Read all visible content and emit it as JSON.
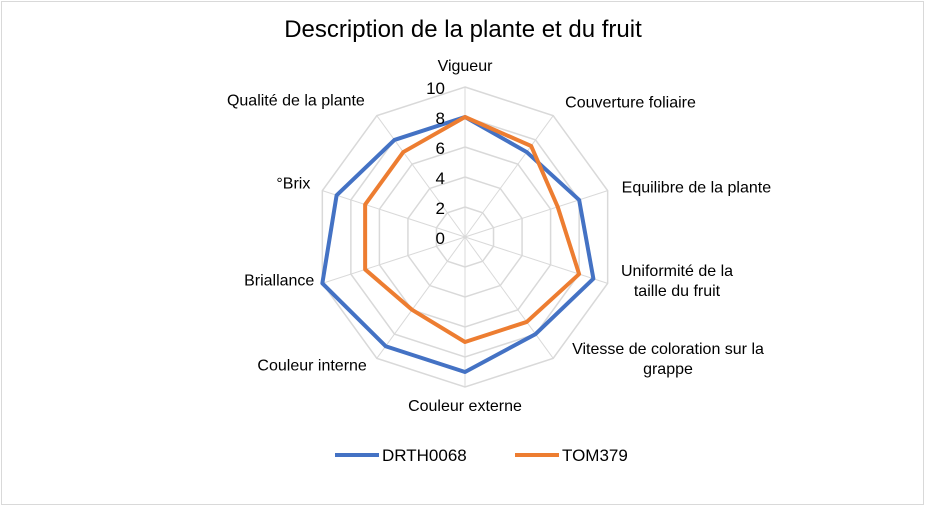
{
  "chart_data": {
    "type": "radar",
    "title": "Description de la plante et du fruit",
    "categories": [
      [
        "Vigueur"
      ],
      [
        "Couverture foliaire"
      ],
      [
        "Equilibre de la plante"
      ],
      [
        "Uniformité de la",
        "taille du fruit"
      ],
      [
        "Vitesse de coloration sur la",
        "grappe"
      ],
      [
        "Couleur externe"
      ],
      [
        "Couleur interne"
      ],
      [
        "Briallance"
      ],
      [
        "°Brix"
      ],
      [
        "Qualité de la plante"
      ]
    ],
    "rlim": [
      0,
      10
    ],
    "ticks": [
      "0",
      "2",
      "4",
      "6",
      "8",
      "10"
    ],
    "grid": true,
    "legend_position": "bottom",
    "series": [
      {
        "name": "DRTH0068",
        "color": "#4472C4",
        "values": [
          8,
          7,
          8,
          9,
          8,
          9,
          9,
          10,
          9,
          8
        ]
      },
      {
        "name": "TOM379",
        "color": "#ED7D31",
        "values": [
          8,
          7.5,
          6.5,
          8,
          7,
          7,
          6,
          7,
          7,
          7
        ]
      }
    ]
  }
}
